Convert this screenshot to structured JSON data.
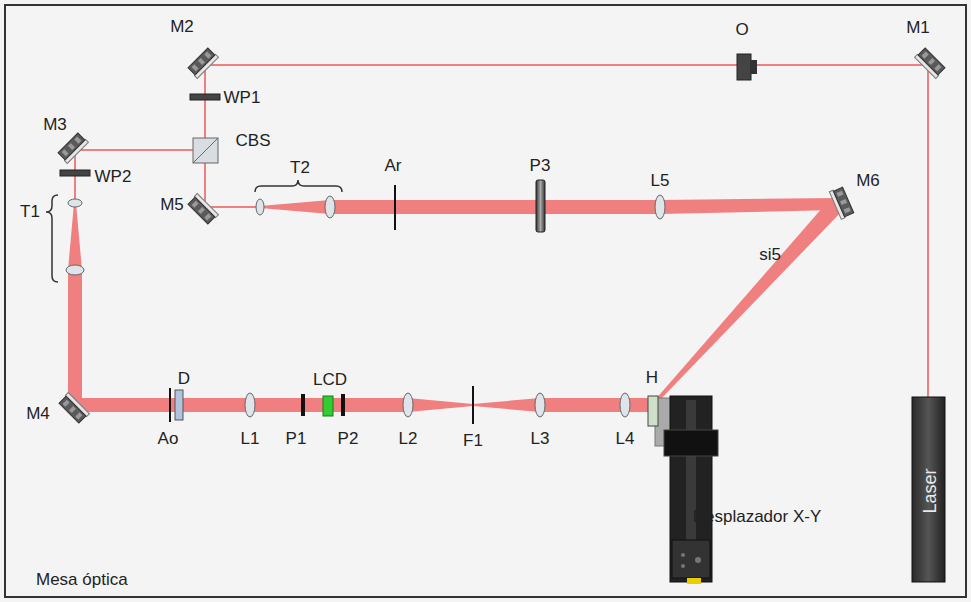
{
  "diagram": {
    "nodes": [
      {
        "text": [
          "Mesa óptica"
        ]
      },
      {
        "text": [
          "Laser"
        ],
        "in": 0
      }
    ],
    "labels": [
      "M1",
      "O",
      "M2",
      "WP1",
      "M3",
      "CBS",
      "WP2",
      "M5",
      "T2",
      "Ar",
      "P3",
      "L5",
      "M6",
      "T1",
      "si5",
      "M4",
      "D",
      "Ao",
      "L1",
      "P1",
      "LCD",
      "P2",
      "L2",
      "F1",
      "L3",
      "L4",
      "H",
      "Desplazador X-Y"
    ]
  }
}
